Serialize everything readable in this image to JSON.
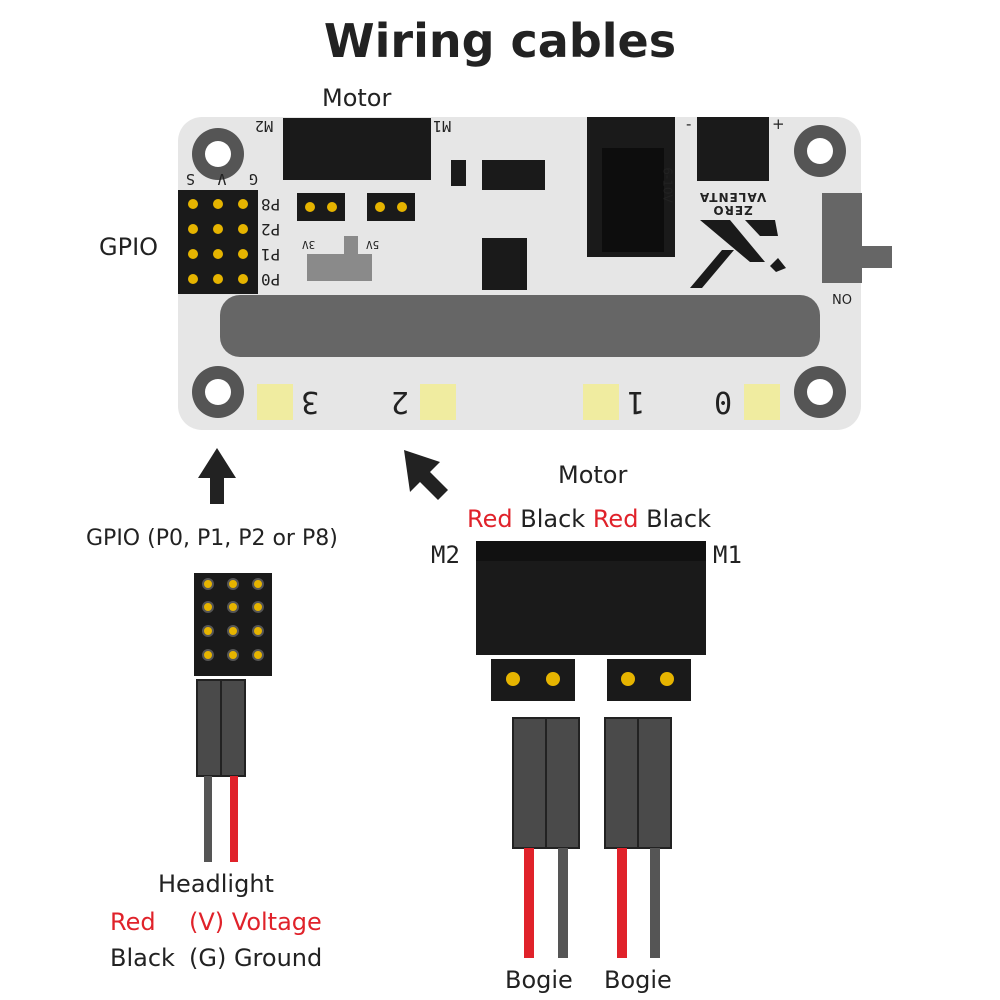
{
  "title": "Wiring cables",
  "board": {
    "motor_label": "Motor",
    "gpio_label": "GPIO",
    "pin_header_cols": [
      "S",
      "V",
      "G"
    ],
    "pin_rows": [
      "P8",
      "P2",
      "P1",
      "P0"
    ],
    "m2": "M2",
    "m1": "M1",
    "v3": "3V",
    "v5": "5V",
    "voltage": "6-10V",
    "brand_line1": "VALENTA",
    "brand_line2": "ZERO",
    "on_label": "ON",
    "minus": "-",
    "plus": "+",
    "ports": [
      "3",
      "2",
      "1",
      "0"
    ]
  },
  "gpio_connector": {
    "label": "GPIO (P0, P1, P2 or P8)"
  },
  "motor_connector": {
    "label": "Motor",
    "wires": [
      "Red",
      "Black",
      "Red",
      "Black"
    ],
    "m2": "M2",
    "m1": "M1"
  },
  "headlight": {
    "title": "Headlight",
    "red": "Red",
    "voltage": "(V) Voltage",
    "black": "Black",
    "ground": "(G) Ground"
  },
  "bogies": [
    "Bogie",
    "Bogie"
  ],
  "colors": {
    "red": "#e0222a",
    "board": "#e6e6e6",
    "connector": "#1a1a1a",
    "pin": "#e6b400",
    "port_pad": "#f0eca0"
  }
}
